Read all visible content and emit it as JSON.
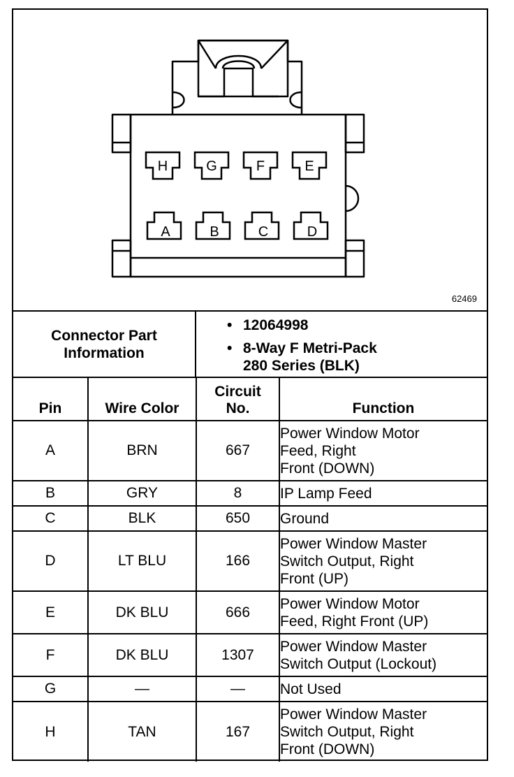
{
  "figure_id": "62469",
  "connector_pins": {
    "top_row": [
      "H",
      "G",
      "F",
      "E"
    ],
    "bottom_row": [
      "A",
      "B",
      "C",
      "D"
    ]
  },
  "connector_info": {
    "label_lines": [
      "Connector Part",
      "Information"
    ],
    "part_number": "12064998",
    "description_lines": [
      "8-Way F Metri-Pack",
      "280 Series (BLK)"
    ],
    "bullet": "•"
  },
  "table": {
    "headers": {
      "pin": "Pin",
      "wire_color": "Wire Color",
      "circuit_lines": [
        "Circuit",
        "No."
      ],
      "function": "Function"
    },
    "rows": [
      {
        "pin": "A",
        "wire_color": "BRN",
        "circuit": "667",
        "function_lines": [
          "Power Window Motor",
          "Feed, Right",
          "Front (DOWN)"
        ]
      },
      {
        "pin": "B",
        "wire_color": "GRY",
        "circuit": "8",
        "function_lines": [
          "IP Lamp Feed"
        ]
      },
      {
        "pin": "C",
        "wire_color": "BLK",
        "circuit": "650",
        "function_lines": [
          "Ground"
        ]
      },
      {
        "pin": "D",
        "wire_color": "LT BLU",
        "circuit": "166",
        "function_lines": [
          "Power Window Master",
          "Switch Output, Right",
          "Front (UP)"
        ]
      },
      {
        "pin": "E",
        "wire_color": "DK BLU",
        "circuit": "666",
        "function_lines": [
          "Power Window Motor",
          "Feed, Right Front (UP)"
        ]
      },
      {
        "pin": "F",
        "wire_color": "DK BLU",
        "circuit": "1307",
        "function_lines": [
          "Power Window Master",
          "Switch Output (Lockout)"
        ]
      },
      {
        "pin": "G",
        "wire_color": "—",
        "circuit": "—",
        "function_lines": [
          "Not Used"
        ]
      },
      {
        "pin": "H",
        "wire_color": "TAN",
        "circuit": "167",
        "function_lines": [
          "Power Window Master",
          "Switch Output, Right",
          "Front (DOWN)"
        ]
      }
    ]
  }
}
